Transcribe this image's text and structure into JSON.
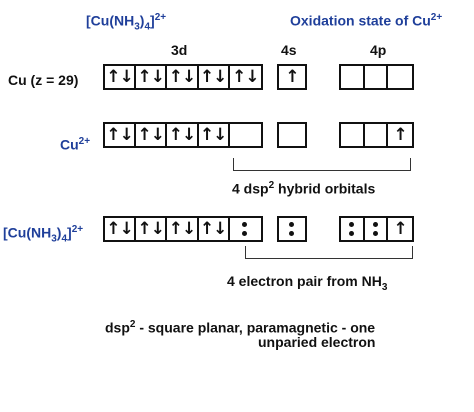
{
  "header": {
    "complex_label": {
      "base": "[Cu(NH",
      "sub": "3",
      "mid": ")",
      "sub2": "4",
      "close": "]",
      "sup": "2+"
    },
    "oxidation_label": {
      "base": "Oxidation state of Cu",
      "sup": "2+"
    }
  },
  "orbital_labels": {
    "d3": "3d",
    "s4": "4s",
    "p4": "4p"
  },
  "rows": {
    "cu": {
      "label": "Cu (z = 29)",
      "d": [
        "↑↓",
        "↑↓",
        "↑↓",
        "↑↓",
        "↑↓"
      ],
      "s": [
        "↑"
      ],
      "p": [
        "",
        "",
        ""
      ]
    },
    "cu2": {
      "label_base": "Cu",
      "label_sup": "2+",
      "d": [
        "↑↓",
        "↑↓",
        "↑↓",
        "↑↓",
        ""
      ],
      "s": [
        ""
      ],
      "p": [
        "",
        "",
        "↑"
      ]
    },
    "complex": {
      "label_base": "[Cu(NH",
      "label_sub": "3",
      "label_mid": ")",
      "label_sub2": "4",
      "label_close": "]",
      "label_sup": "2+",
      "d": [
        "↑↓",
        "↑↓",
        "↑↓",
        "↑↓",
        "pair"
      ],
      "s": [
        "pair"
      ],
      "p": [
        "pair",
        "pair",
        "↑"
      ]
    }
  },
  "annotations": {
    "hybrid": {
      "a": "4 dsp",
      "sup": "2",
      "b": " hybrid orbitals"
    },
    "pairs": {
      "a": "4 electron pair from NH",
      "sub": "3"
    },
    "conclusion": {
      "a": "dsp",
      "sup": "2",
      "b": " - square planar, paramagnetic - one",
      "line2": "unparied electron"
    }
  }
}
